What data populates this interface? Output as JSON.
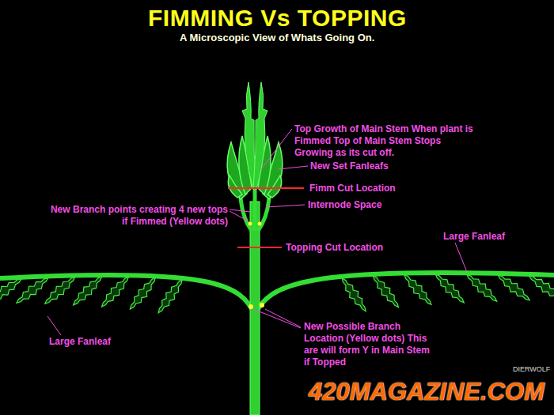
{
  "diagram": {
    "title": "FIMMING Vs TOPPING",
    "labels": [
      "A Microscopic View of Whats Going On.",
      "Top Growth of Main Stem When plant is Fimmed Top of Main Stem Stops Growing as its cut off.",
      "New Set Fanleafs",
      "Fimm Cut Location",
      "New Branch points creating 4 new tops if Fimmed (Yellow dots)",
      "Internode Space",
      "Topping Cut Location",
      "Large Fanleaf",
      "Large Fanleaf",
      "New Possible Branch Location (Yellow dots) This are will form Y in Main Stem if Topped",
      "DIERWOLF",
      "420MAGAZINE.COM"
    ]
  }
}
